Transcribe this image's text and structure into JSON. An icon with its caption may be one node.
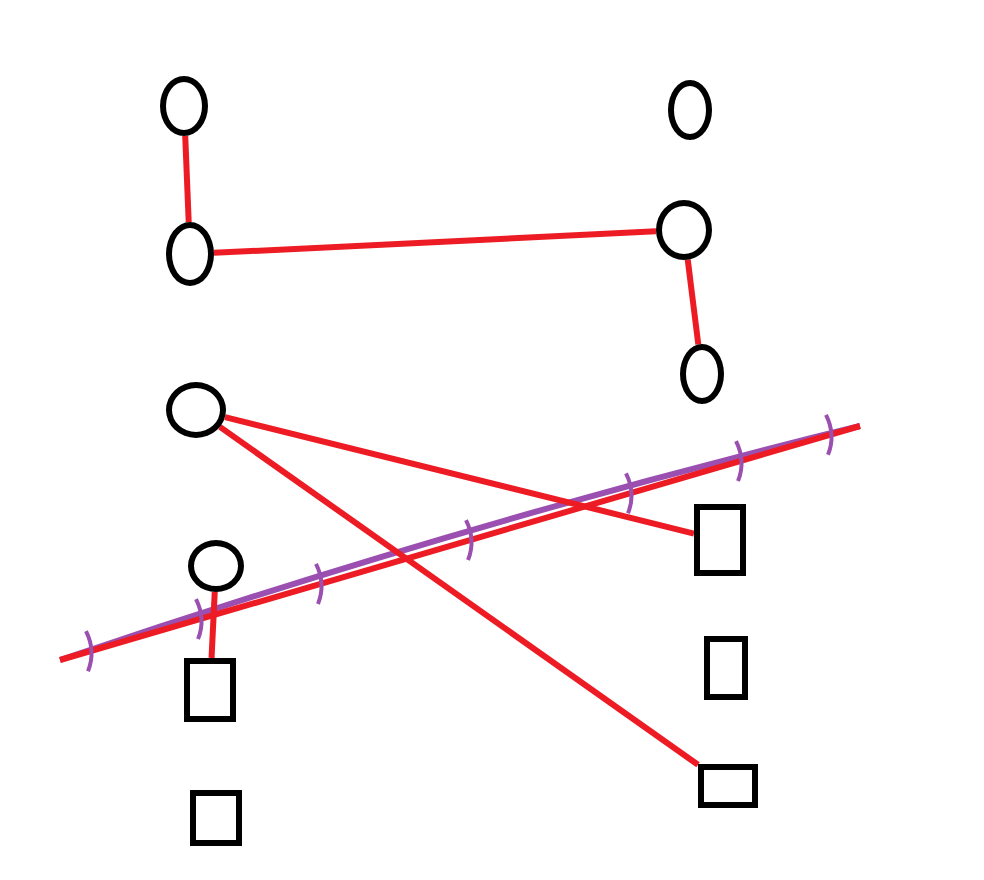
{
  "diagram": {
    "nodes": [
      {
        "text": [],
        "shape": "circle"
      },
      {
        "text": [],
        "shape": "circle"
      },
      {
        "text": [],
        "shape": "circle"
      },
      {
        "text": [],
        "shape": "circle"
      },
      {
        "text": [],
        "shape": "box"
      },
      {
        "text": [],
        "shape": "box"
      },
      {
        "text": [],
        "shape": "circle"
      },
      {
        "text": [],
        "shape": "circle"
      },
      {
        "text": [],
        "shape": "circle"
      },
      {
        "text": [],
        "shape": "box"
      },
      {
        "text": [],
        "shape": "box"
      },
      {
        "text": [],
        "shape": "box"
      }
    ],
    "edges": [
      {
        "from": 0,
        "to": 1,
        "arrow": "none"
      },
      {
        "from": 1,
        "to": 7,
        "arrow": "none"
      },
      {
        "from": 7,
        "to": 8,
        "arrow": "none"
      },
      {
        "from": 2,
        "to": 9,
        "arrow": "none"
      },
      {
        "from": 2,
        "to": 11,
        "arrow": "none"
      },
      {
        "from": 3,
        "to": 4,
        "arrow": "none"
      }
    ]
  }
}
